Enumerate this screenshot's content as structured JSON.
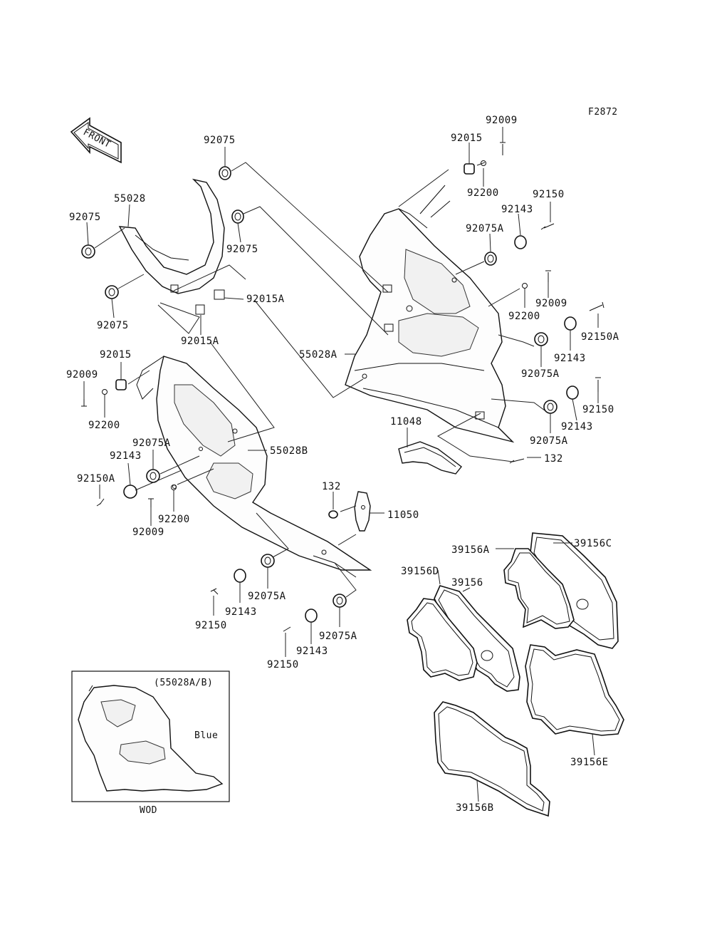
{
  "figure_code": "F2872",
  "front_label": "FRONT",
  "inset": {
    "header": "(55028A/B)",
    "color_label": "Blue",
    "model_label": "WOD"
  },
  "parts": {
    "p92009_top": "92009",
    "p92015_top": "92015",
    "p92200_top": "92200",
    "p92150_top": "92150",
    "p92143_top": "92143",
    "p92075A_top": "92075A",
    "p92009_r": "92009",
    "p92200_r": "92200",
    "p92150A_r": "92150A",
    "p92143_r": "92143",
    "p92075A_r": "92075A",
    "p92150_r2": "92150",
    "p92143_r2": "92143",
    "p92075A_r2": "92075A",
    "p92075_a": "92075",
    "p55028": "55028",
    "p92075_b": "92075",
    "p92075_c": "92075",
    "p92075_d": "92075",
    "p92015A_a": "92015A",
    "p92015A_b": "92015A",
    "p55028A": "55028A",
    "p92015_l": "92015",
    "p92009_l": "92009",
    "p92200_l": "92200",
    "p11048": "11048",
    "p132_r": "132",
    "p55028B": "55028B",
    "p92075A_l": "92075A",
    "p92143_l": "92143",
    "p92150A_l": "92150A",
    "p92200_l2": "92200",
    "p92009_l2": "92009",
    "p132_m": "132",
    "p11050": "11050",
    "p92075A_b1": "92075A",
    "p92143_b1": "92143",
    "p92150_b1": "92150",
    "p92075A_b2": "92075A",
    "p92143_b2": "92143",
    "p92150_b2": "92150",
    "p39156A": "39156A",
    "p39156C": "39156C",
    "p39156D": "39156D",
    "p39156": "39156",
    "p39156E": "39156E",
    "p39156B": "39156B"
  }
}
